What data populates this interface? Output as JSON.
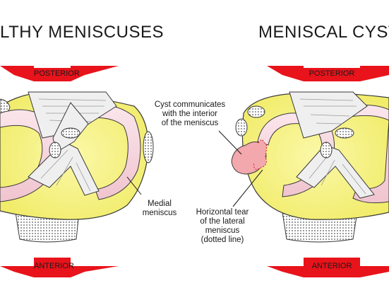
{
  "titles": {
    "left": "LTHY MENISCUSES",
    "right": "MENISCAL CYST"
  },
  "arrows": {
    "left_top": "POSTERIOR",
    "right_top": "POSTERIOR",
    "left_bottom": "ANTERIOR",
    "right_bottom": "ANTERIOR"
  },
  "callouts": {
    "medial": [
      "Medial",
      "meniscus"
    ],
    "cyst": [
      "Cyst communicates",
      "with the interior",
      "of the meniscus"
    ],
    "tear": [
      "Horizontal tear",
      "of the lateral",
      "meniscus",
      "(dotted line)"
    ]
  },
  "colors": {
    "bone": "#f4f07a",
    "bone_outline": "#3a3a3a",
    "meniscus": "#f2cfd6",
    "meniscus_inner": "#fbeaf0",
    "ligament": "#efeff0",
    "arrow": "#e8131b",
    "cyst": "#f2a8ad"
  }
}
